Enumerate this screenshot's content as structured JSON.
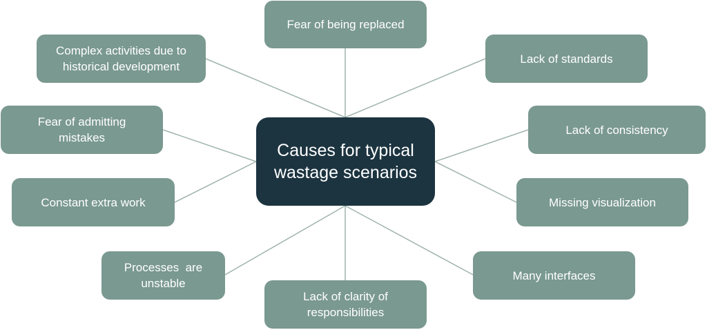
{
  "diagram": {
    "center": {
      "label": "Causes for typical\nwastage scenarios"
    },
    "nodes": [
      {
        "id": "fear-replaced",
        "label": "Fear of being replaced"
      },
      {
        "id": "complex-activities",
        "label": "Complex activities due to\nhistorical development"
      },
      {
        "id": "lack-standards",
        "label": "Lack of standards"
      },
      {
        "id": "fear-admitting",
        "label": "Fear of admitting\nmistakes"
      },
      {
        "id": "lack-consistency",
        "label": "Lack of consistency"
      },
      {
        "id": "constant-extra-work",
        "label": "Constant extra work"
      },
      {
        "id": "missing-visualization",
        "label": "Missing visualization"
      },
      {
        "id": "processes-unstable",
        "label": "Processes  are\nunstable"
      },
      {
        "id": "many-interfaces",
        "label": "Many interfaces"
      },
      {
        "id": "lack-clarity",
        "label": "Lack of clarity of\nresponsibilities"
      }
    ],
    "colors": {
      "center_fill": "#1c3440",
      "node_fill": "#7a9990",
      "connector": "#9fb3ad",
      "text": "#ffffff"
    }
  }
}
